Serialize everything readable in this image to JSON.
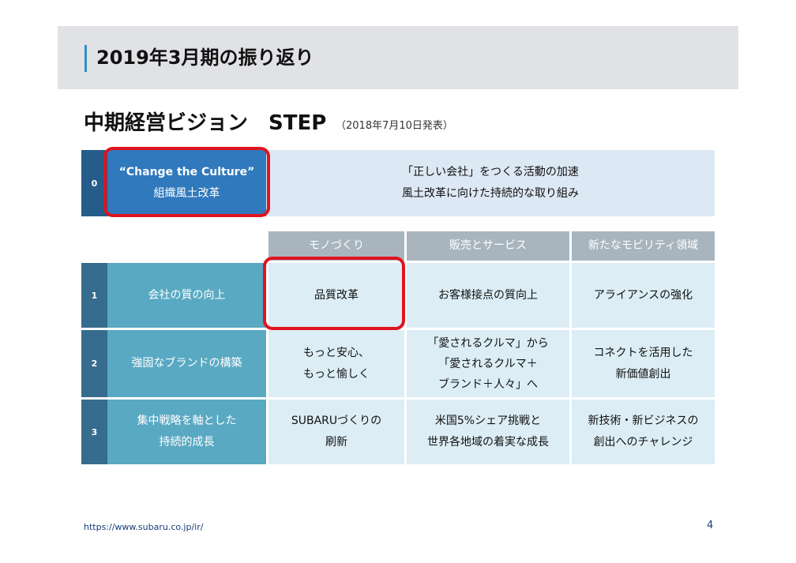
{
  "header": {
    "title": "2019年3月期の振り返り"
  },
  "section": {
    "title": "中期経営ビジョン　STEP",
    "note": "（2018年7月10日発表）"
  },
  "step0": {
    "number": "0",
    "title_en": "“Change the Culture”",
    "title_ja": "組織風土改革",
    "desc_line1": "「正しい会社」をつくる活動の加速",
    "desc_line2": "風土改革に向けた持続的な取り組み"
  },
  "columns": [
    "モノづくり",
    "販売とサービス",
    "新たなモビリティ領域"
  ],
  "rows": [
    {
      "number": "1",
      "label": [
        "会社の質の向上"
      ],
      "cells": [
        [
          "品質改革"
        ],
        [
          "お客様接点の質向上"
        ],
        [
          "アライアンスの強化"
        ]
      ]
    },
    {
      "number": "2",
      "label": [
        "強固なブランドの構築"
      ],
      "cells": [
        [
          "もっと安心、",
          "もっと愉しく"
        ],
        [
          "「愛されるクルマ」から",
          "「愛されるクルマ＋",
          "ブランド＋人々」へ"
        ],
        [
          "コネクトを活用した",
          "新価値創出"
        ]
      ]
    },
    {
      "number": "3",
      "label": [
        "集中戦略を軸とした",
        "持続的成長"
      ],
      "cells": [
        [
          "SUBARUづくりの",
          "刷新"
        ],
        [
          "米国5%シェア挑戦と",
          "世界各地域の着実な成長"
        ],
        [
          "新技術・新ビジネスの",
          "創出へのチャレンジ"
        ]
      ]
    }
  ],
  "colors": {
    "highlight": "#e0141e",
    "accent": "#2e8fc9",
    "culture": "#3079bd",
    "row_label": "#59a9c3",
    "column_header": "#a8b5bf"
  },
  "footer": {
    "url": "https://www.subaru.co.jp/ir/",
    "page": "4"
  }
}
